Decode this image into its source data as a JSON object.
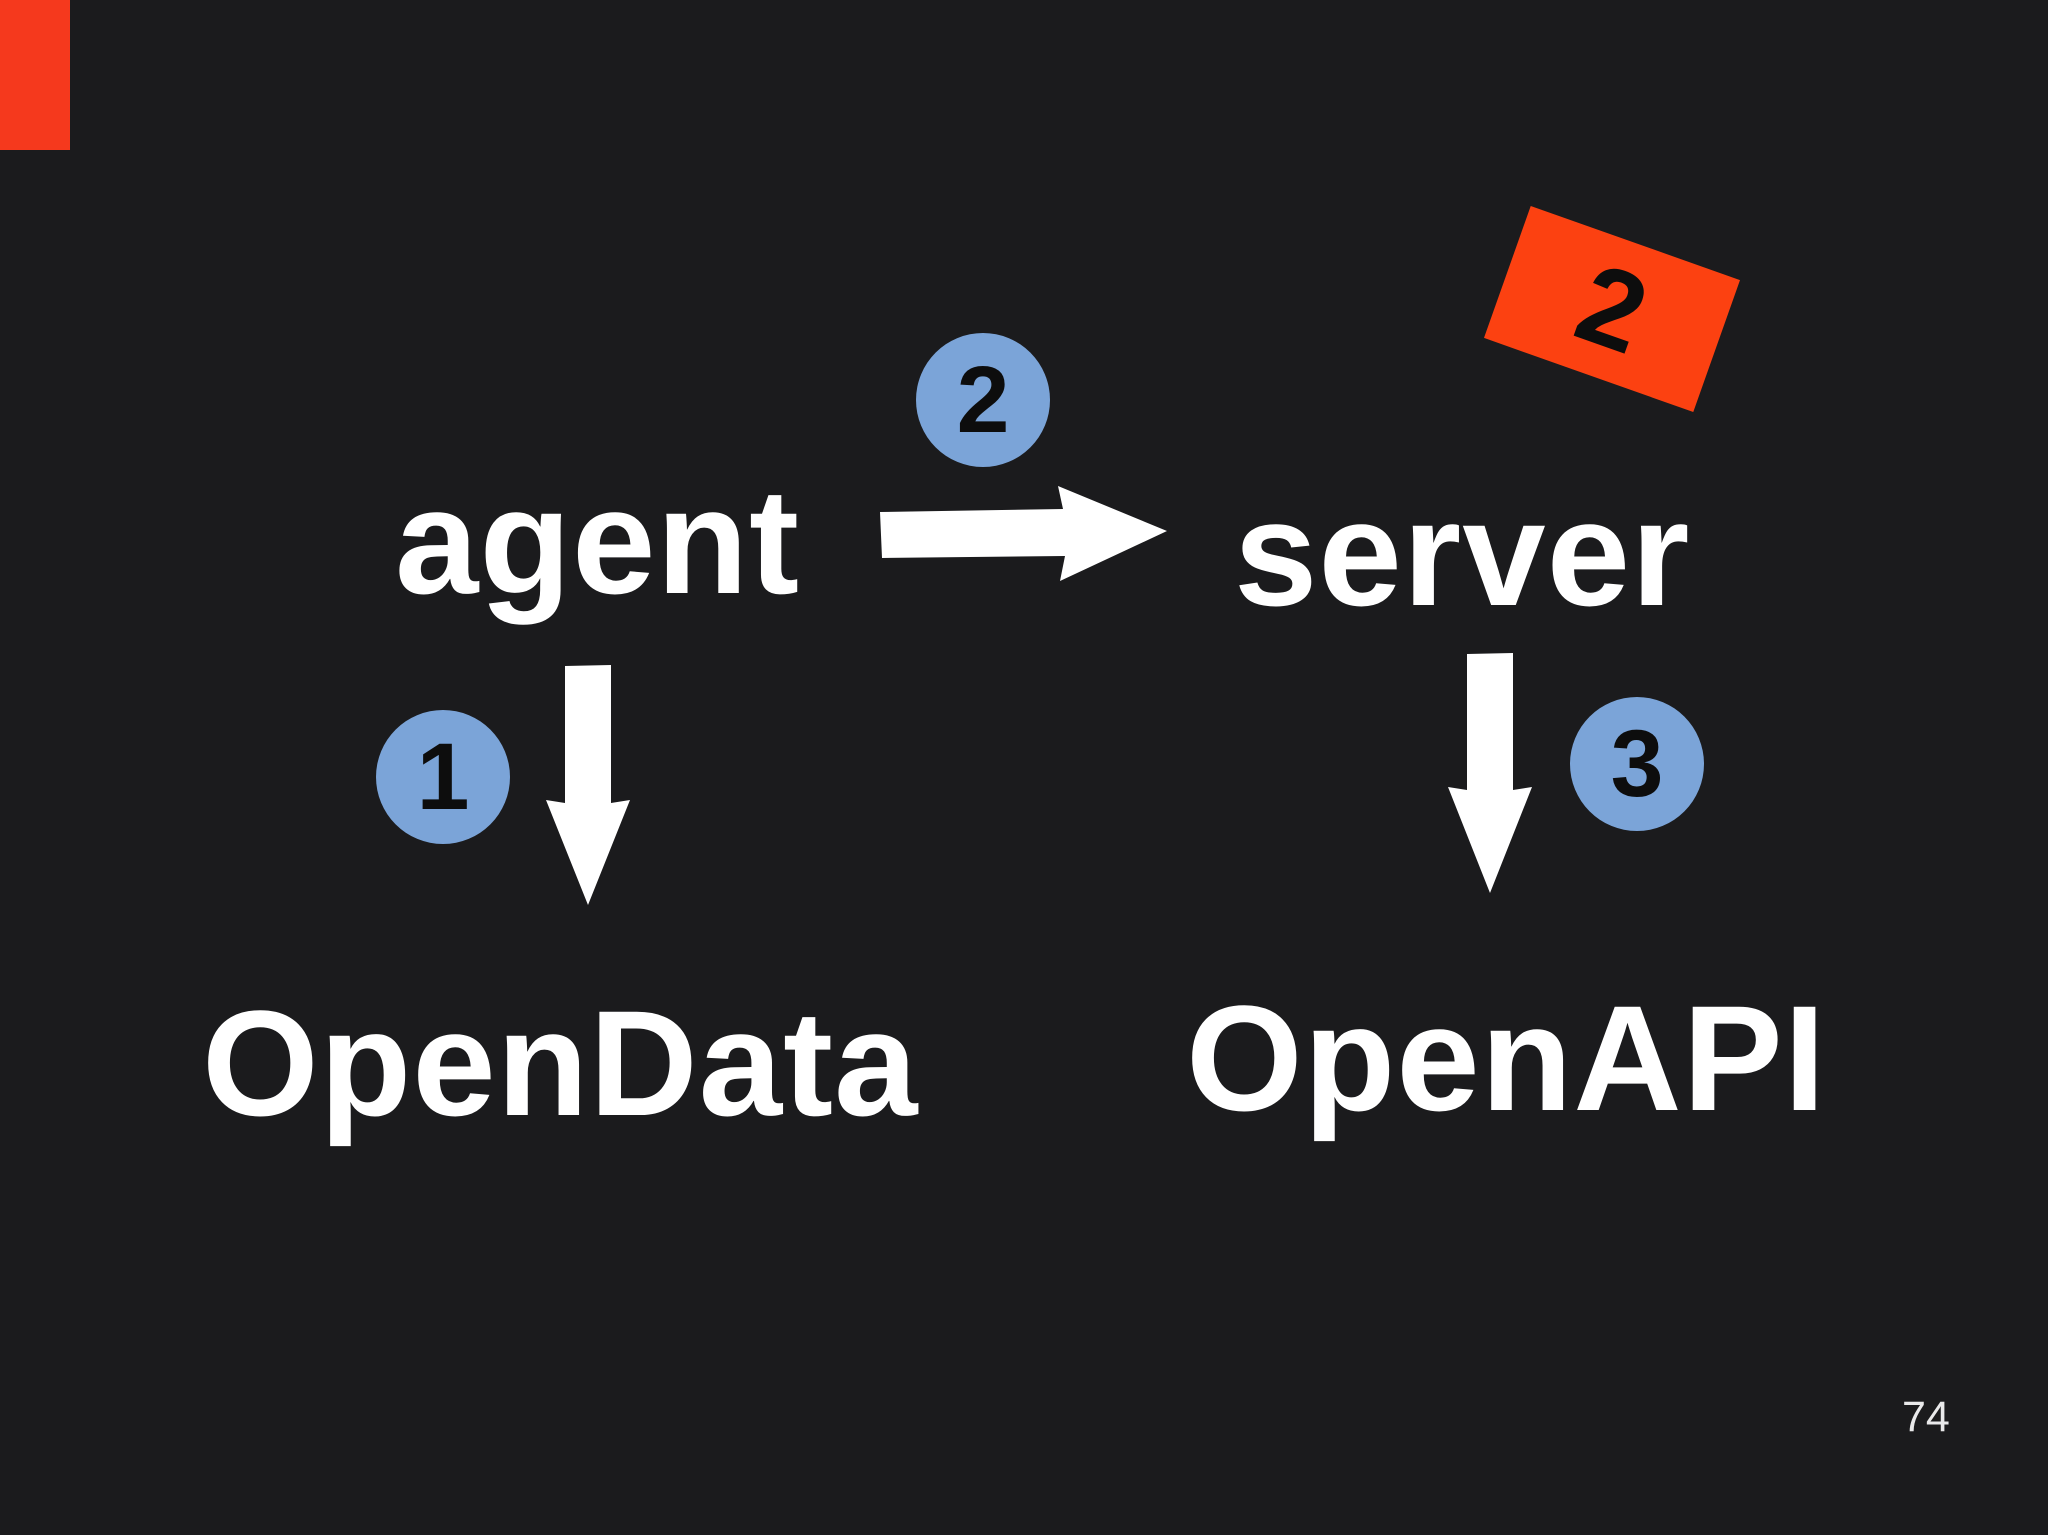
{
  "slide": {
    "page_number": "74"
  },
  "nodes": {
    "agent": "agent",
    "server": "server",
    "open_data": "OpenData",
    "open_api": "OpenAPI"
  },
  "badges": {
    "step1": "1",
    "step2": "2",
    "step3": "3",
    "flag2": "2"
  },
  "icons": {
    "right_arrow": "right-arrow",
    "down_arrow_left": "down-arrow",
    "down_arrow_right": "down-arrow"
  },
  "colors": {
    "background": "#1b1b1d",
    "text-white": "#ffffff",
    "badge-blue": "#7ba4d8",
    "flag-orange": "#fc4111",
    "left-flag-red": "#f5391d",
    "numeral-black": "#0d0d0d",
    "page-num-gray": "#e9e9ea"
  }
}
